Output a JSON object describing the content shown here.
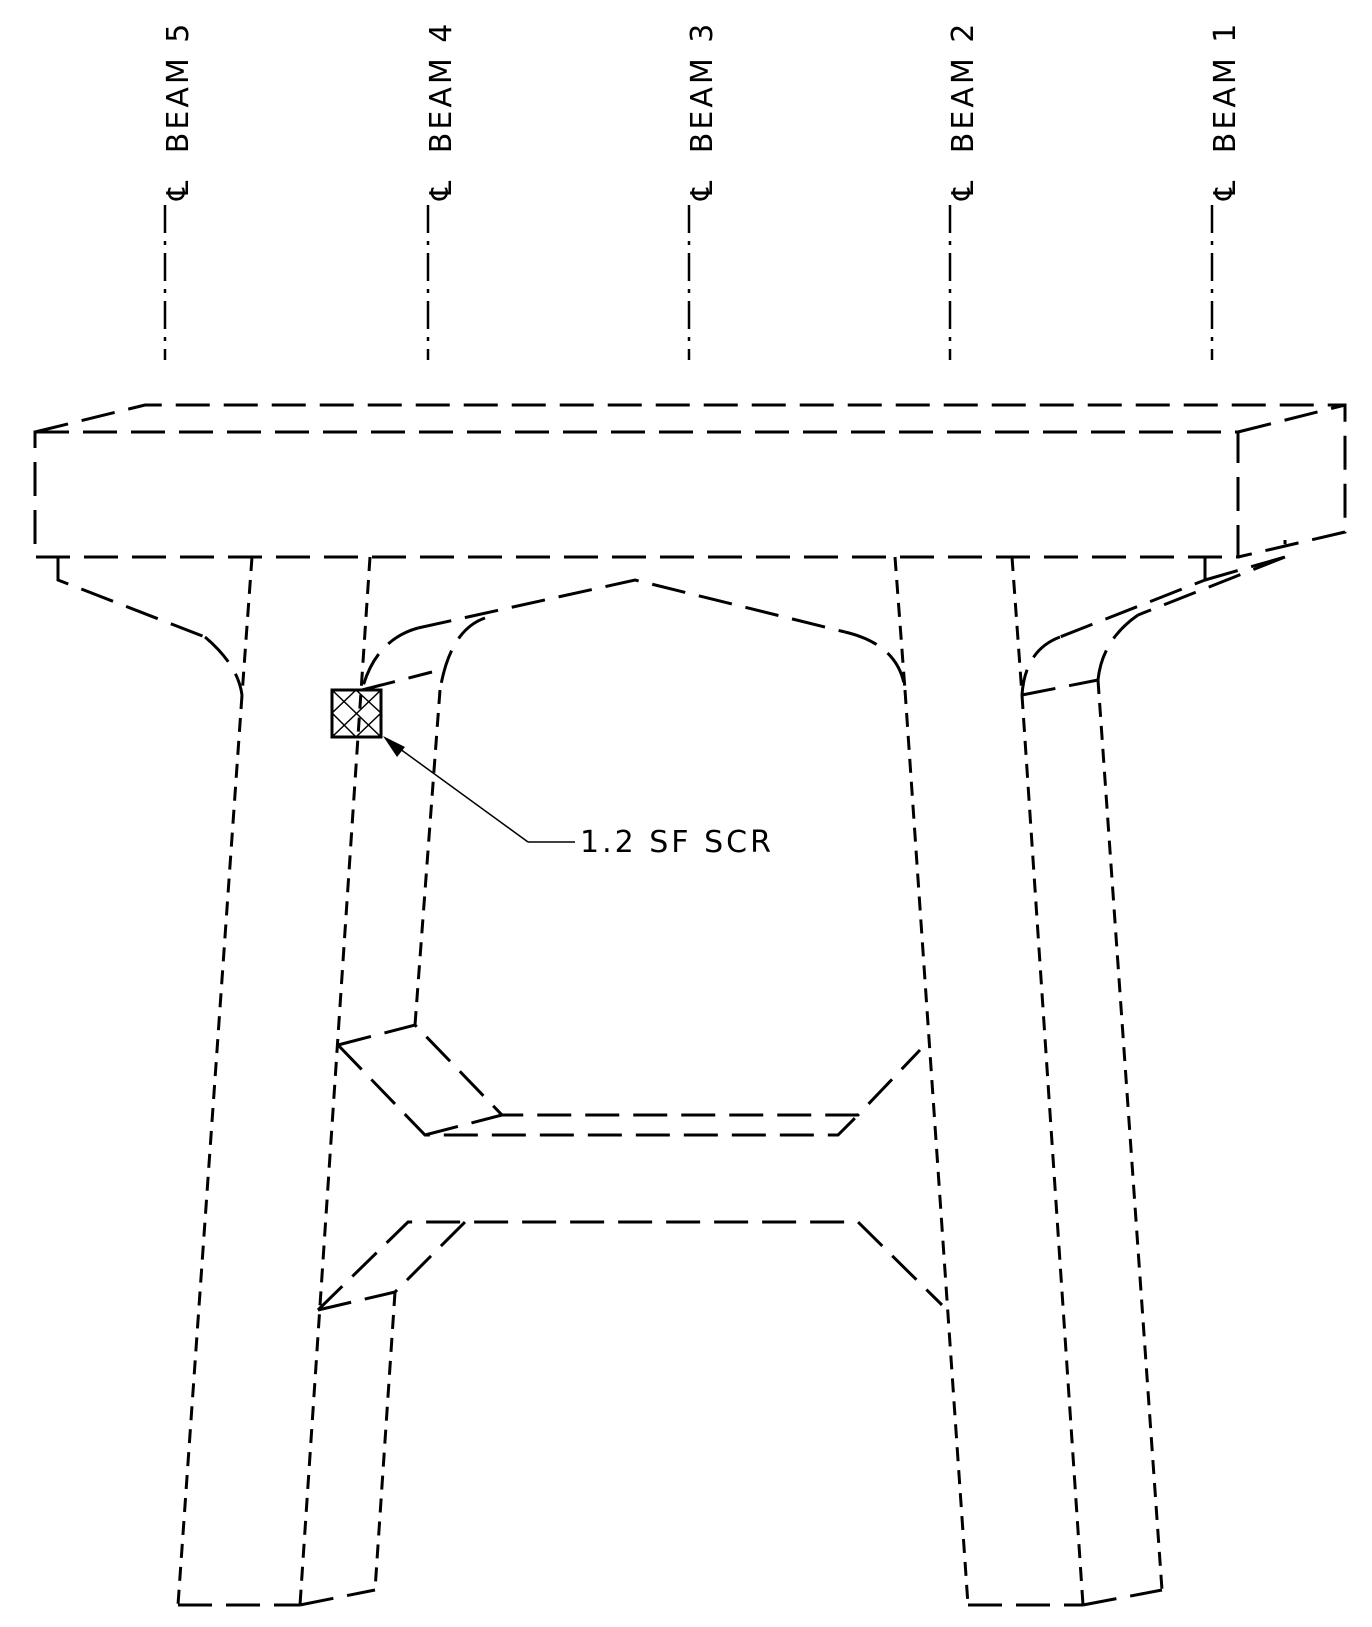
{
  "beams": [
    {
      "label": "BEAM 5",
      "symbol": "℄"
    },
    {
      "label": "BEAM 4",
      "symbol": "℄"
    },
    {
      "label": "BEAM 3",
      "symbol": "℄"
    },
    {
      "label": "BEAM 2",
      "symbol": "℄"
    },
    {
      "label": "BEAM 1",
      "symbol": "℄"
    }
  ],
  "callout": {
    "text": "1.2 SF SCR"
  }
}
